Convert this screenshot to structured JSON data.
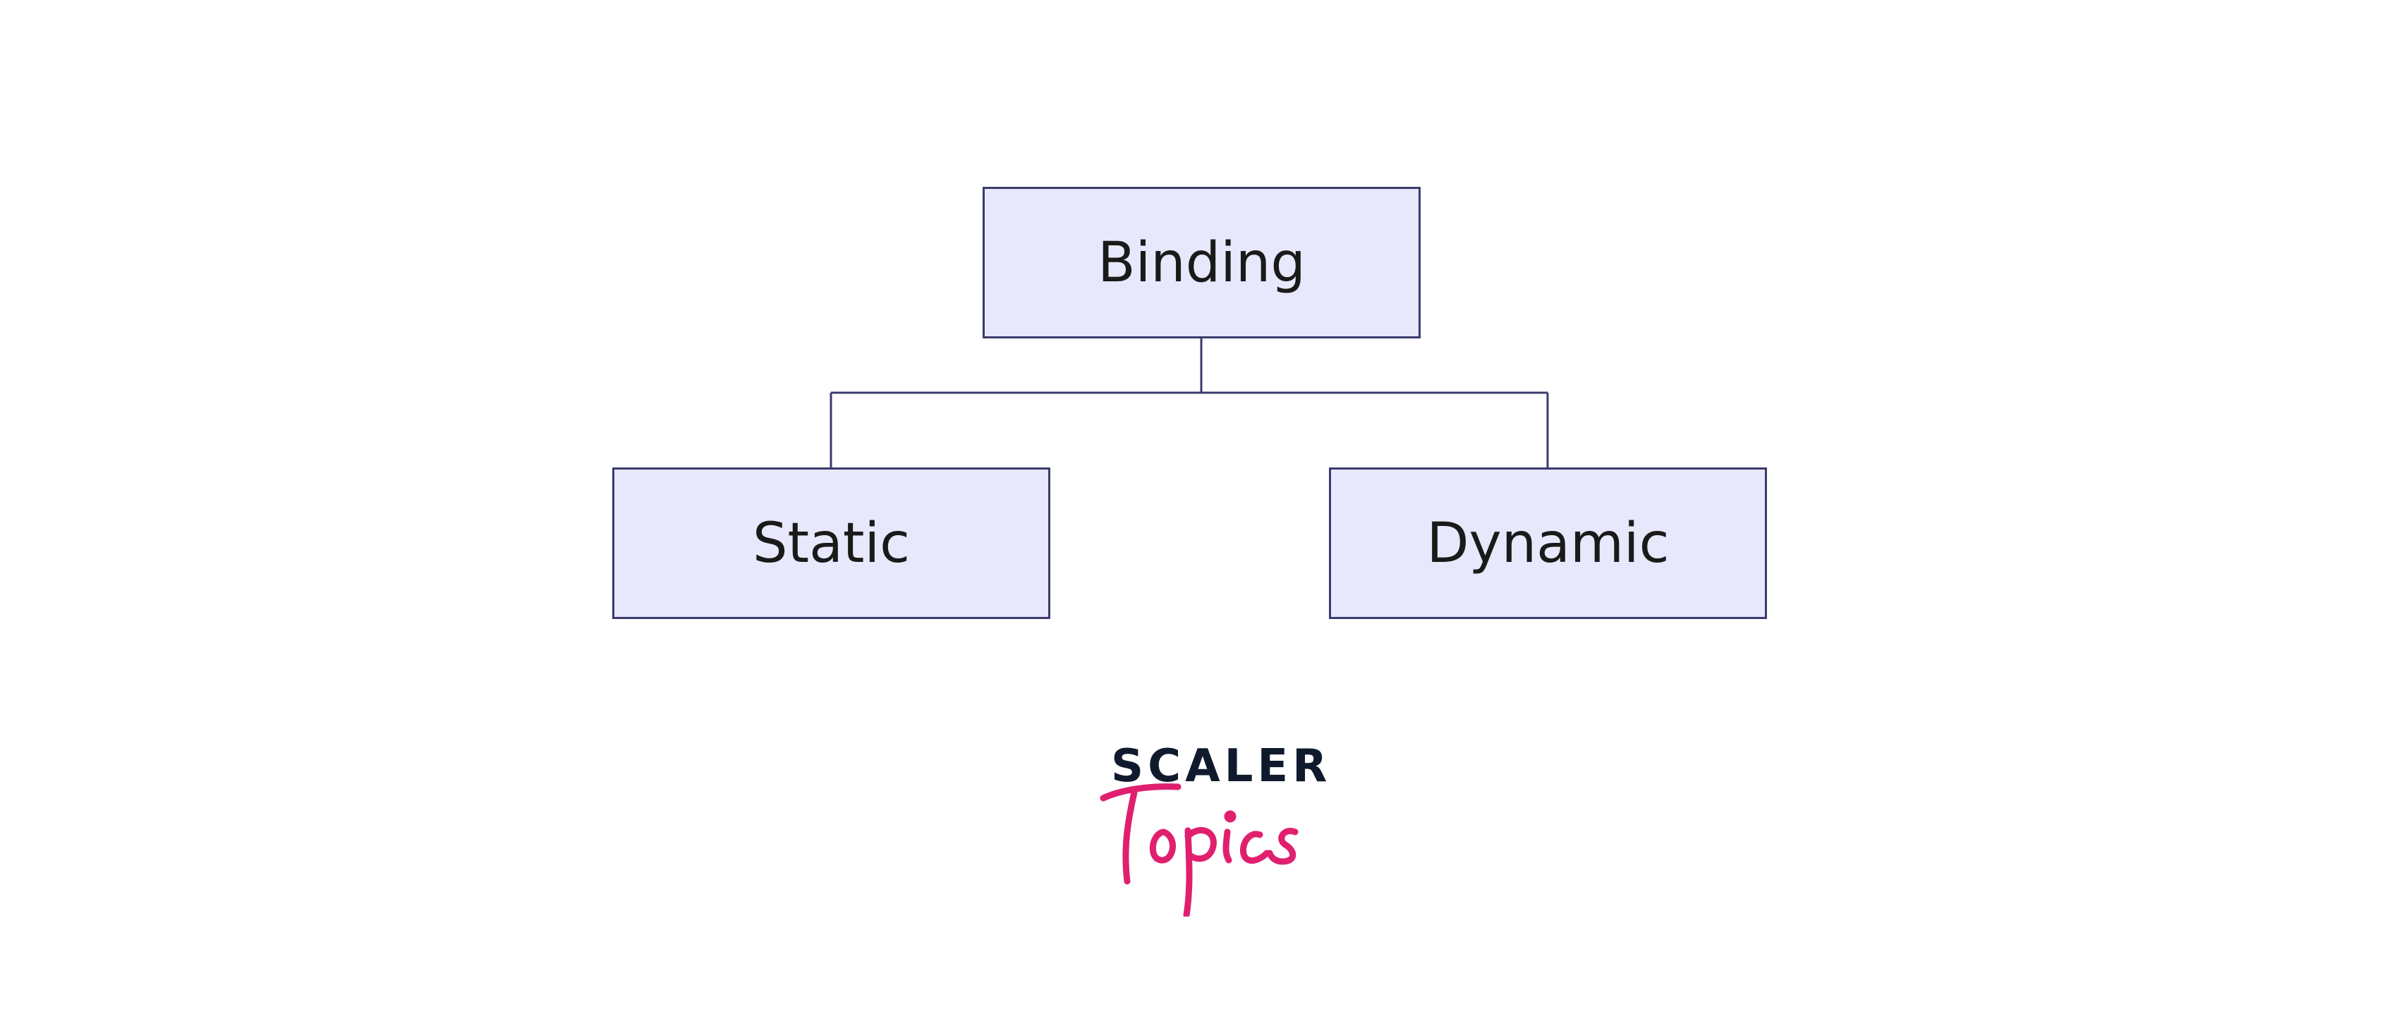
{
  "colors": {
    "node_fill": "#e8e8fc",
    "node_stroke": "#3b3b6e",
    "text": "#1a1a1a",
    "logo_dark": "#0f1b2d",
    "logo_accent": "#e0206f"
  },
  "diagram": {
    "root": {
      "label": "Binding"
    },
    "children": [
      {
        "label": "Static"
      },
      {
        "label": "Dynamic"
      }
    ]
  },
  "logo": {
    "word1": "SCALER",
    "word2": "Topics"
  }
}
